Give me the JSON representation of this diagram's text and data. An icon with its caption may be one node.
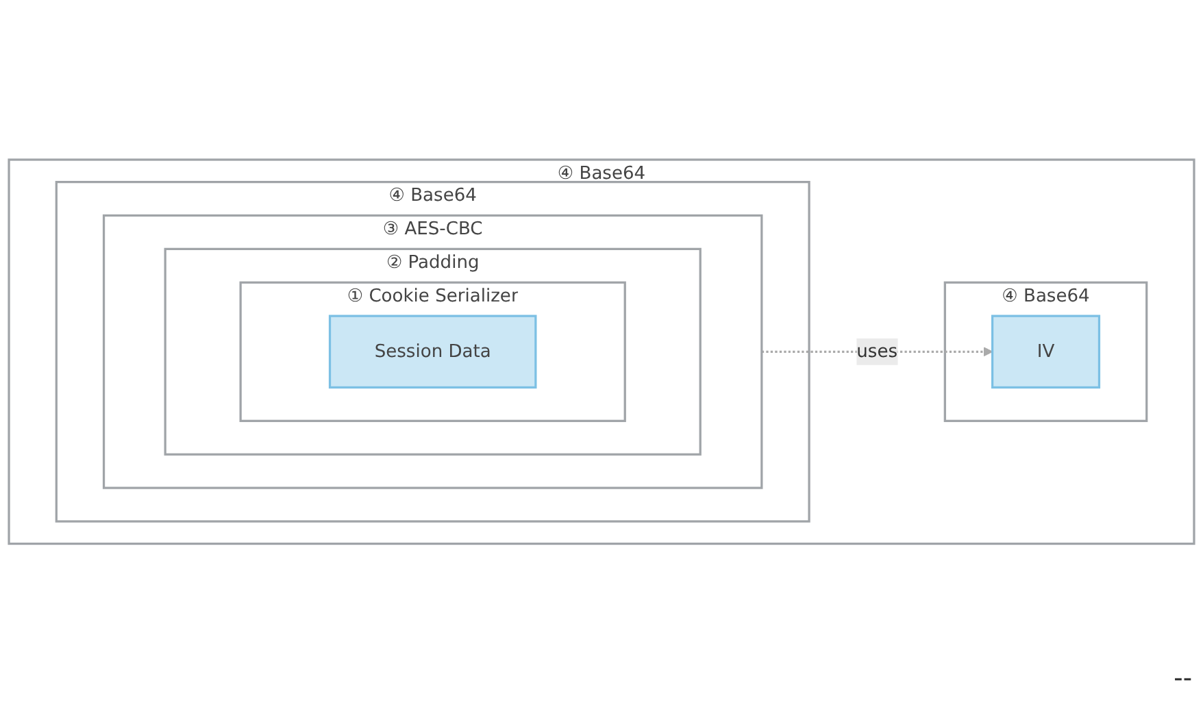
{
  "diagram": {
    "nodes": [
      {
        "text": [
          "④ Base64"
        ]
      },
      {
        "text": [
          "④ Base64"
        ],
        "in": 0
      },
      {
        "text": [
          "③ AES-CBC"
        ],
        "in": 1
      },
      {
        "text": [
          "② Padding"
        ],
        "in": 2
      },
      {
        "text": [
          "① Cookie Serializer"
        ],
        "in": 3
      },
      {
        "text": [
          "Session Data"
        ],
        "in": 4
      },
      {
        "text": [
          "④ Base64"
        ],
        "in": 0
      },
      {
        "text": [
          "IV"
        ],
        "in": 6
      }
    ],
    "edges": [
      {
        "from": 2,
        "to": 7,
        "arrow": "to",
        "label": "uses",
        "style": "dashed",
        "color": "#aaaaaa"
      }
    ],
    "labels": [
      "--"
    ]
  }
}
